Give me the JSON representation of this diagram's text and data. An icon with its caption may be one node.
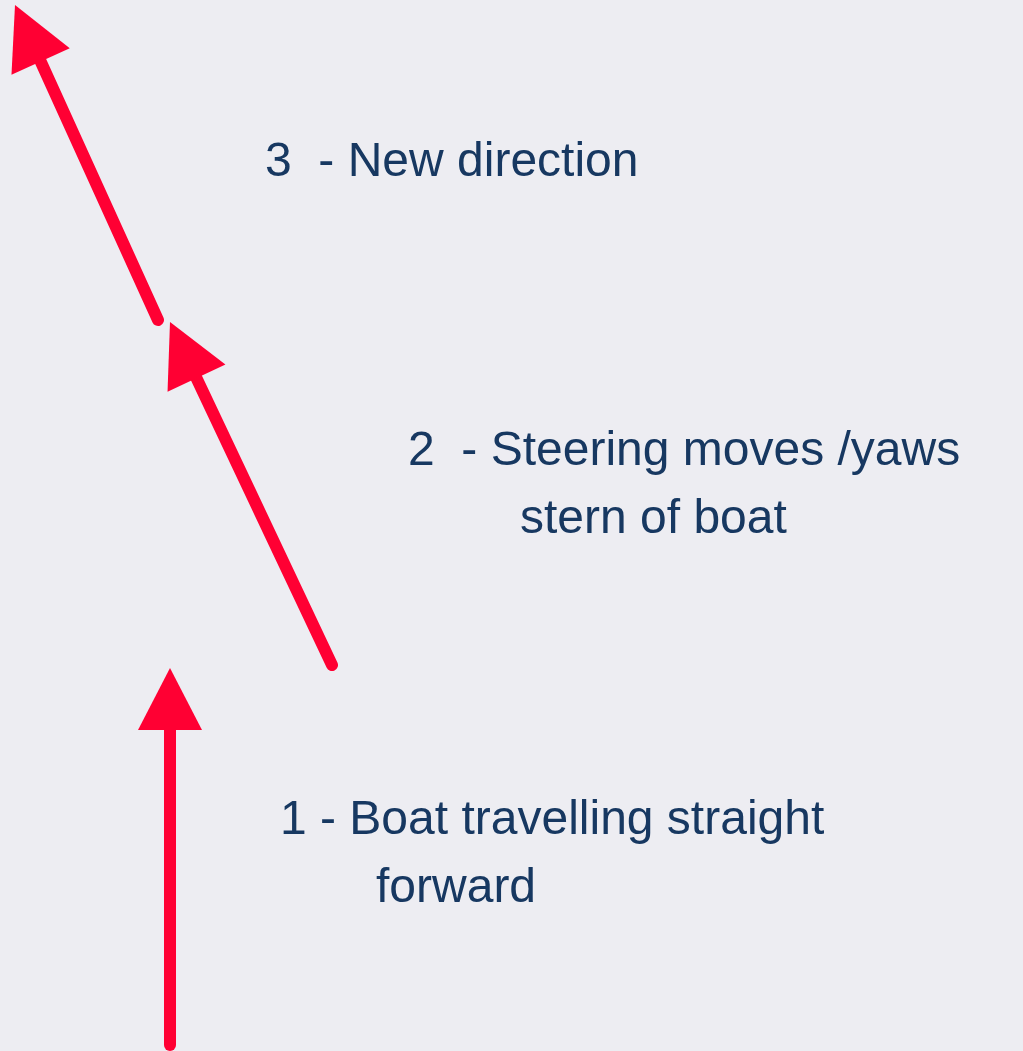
{
  "diagram": {
    "labels": [
      "3  - New direction",
      "2  - Steering moves /yaws stern of boat",
      "1 - Boat travelling straight forward"
    ]
  }
}
